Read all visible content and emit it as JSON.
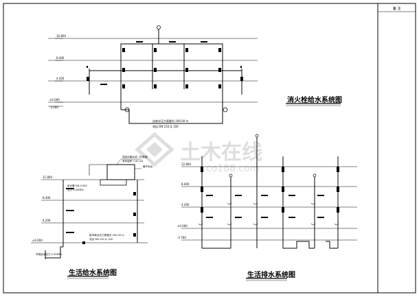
{
  "titles": {
    "fire_hydrant": "消火栓给水系统图",
    "domestic_supply": "生活给水系统图",
    "domestic_drainage": "生活排水系统图"
  },
  "title_block": {
    "label": "备 注"
  },
  "watermark": {
    "main": "土木在线",
    "sub": "co188.com"
  },
  "fire_system": {
    "levels": [
      "10.800",
      "8.400",
      "4.200",
      "±0.000",
      "-3.500"
    ],
    "note_line1": "自来水压力表路为 200.00 m",
    "note_line2": "流出 DN 150 JL 100"
  },
  "supply_system": {
    "levels": [
      "11.800",
      "8.400",
      "4.200",
      "±0.000"
    ],
    "tank_note1": "成品水箱水池（不锈钢）",
    "tank_note2": "有效容积 7.00 m3",
    "tank_note3": "最不利点",
    "pipe_note1": "给水管 DN 0.000",
    "pipe_note2": "压力 0.35MPa",
    "bottom_note1": "接市政水压力表路为 200.00 m",
    "bottom_note2": "流出 DN 150 JL 100",
    "inlet_note": "市政给水压力 0.35MPa"
  },
  "drain_system": {
    "levels": [
      "12.800",
      "8.400",
      "4.200",
      "±0.000",
      "-2.700"
    ]
  }
}
